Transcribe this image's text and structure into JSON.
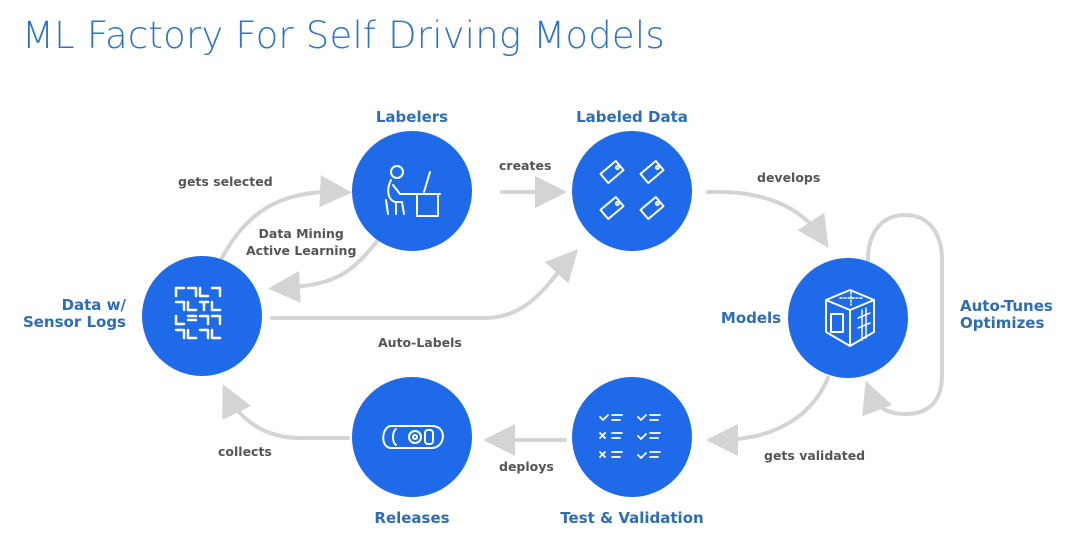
{
  "title": "ML Factory For Self Driving Models",
  "colors": {
    "accent": "#1f6ae8",
    "title": "#2f74c0",
    "node_label": "#2e6db2",
    "edge": "#d4d4d4",
    "edge_label": "#555555"
  },
  "nodes": {
    "data_sensor_logs": {
      "label_line1": "Data w/",
      "label_line2": "Sensor Logs",
      "icon": "qr-grid-icon"
    },
    "labelers": {
      "label": "Labelers",
      "icon": "person-at-desk-icon"
    },
    "labeled_data": {
      "label": "Labeled Data",
      "icon": "price-tags-icon"
    },
    "models": {
      "label": "Models",
      "icon": "3d-cube-icon"
    },
    "test_validation": {
      "label": "Test & Validation",
      "icon": "checklist-icon"
    },
    "releases": {
      "label": "Releases",
      "icon": "car-top-view-icon"
    }
  },
  "edges": {
    "gets_selected": "gets selected",
    "data_mining_line1": "Data Mining",
    "data_mining_line2": "Active Learning",
    "creates": "creates",
    "auto_labels": "Auto-Labels",
    "develops": "develops",
    "auto_tunes_line1": "Auto-Tunes",
    "auto_tunes_line2": "Optimizes",
    "gets_validated": "gets validated",
    "deploys": "deploys",
    "collects": "collects"
  }
}
